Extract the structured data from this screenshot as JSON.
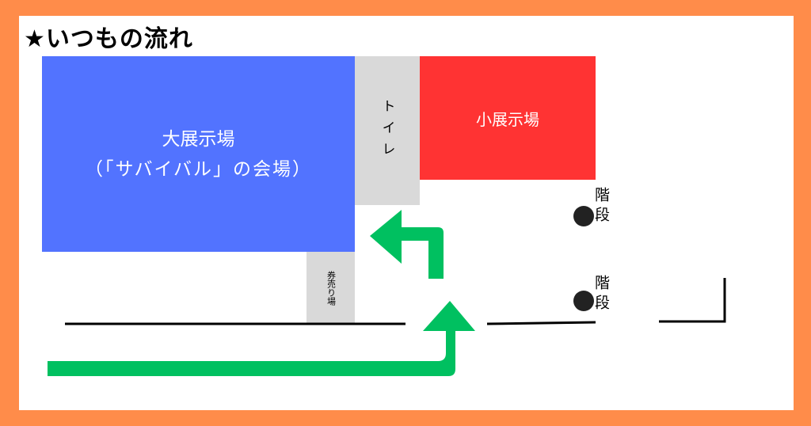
{
  "title": "★いつもの流れ",
  "areas": {
    "large_hall": {
      "line1": "大展示場",
      "line2": "（「サバイバル」の会場）"
    },
    "toilet": "トイレ",
    "small_hall": "小展示場",
    "ticket_booth": "券売り場",
    "stairs": [
      "階段",
      "階段"
    ]
  },
  "colors": {
    "frame": "#FF8C4A",
    "large_hall": "#5273FF",
    "small_hall": "#FF3333",
    "facility": "#D9D9D9",
    "arrow": "#00C060"
  },
  "icons": [
    "stairs-marker",
    "flow-arrow"
  ]
}
